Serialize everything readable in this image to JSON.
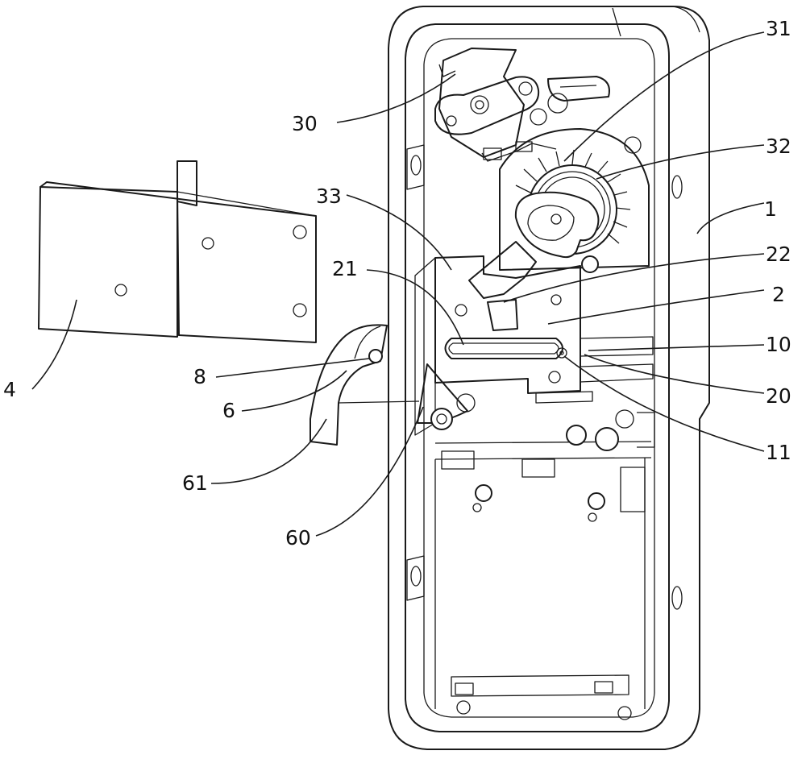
{
  "labels": {
    "l1": "1",
    "l2": "2",
    "l4": "4",
    "l6": "6",
    "l8": "8",
    "l10": "10",
    "l11": "11",
    "l20": "20",
    "l21": "21",
    "l22": "22",
    "l30": "30",
    "l31": "31",
    "l32": "32",
    "l33": "33",
    "l60": "60",
    "l61": "61"
  }
}
